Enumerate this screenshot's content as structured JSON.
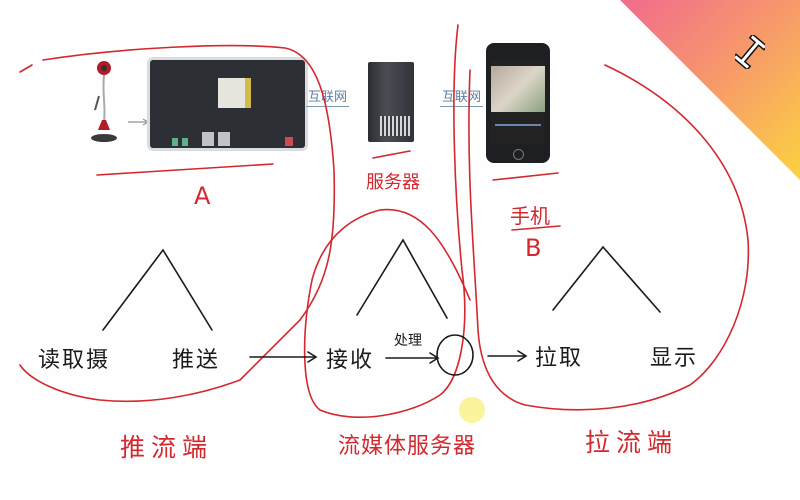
{
  "top_row": {
    "devices": [
      {
        "id": "camera",
        "label": ""
      },
      {
        "id": "dev-board",
        "label": ""
      },
      {
        "id": "server",
        "label": ""
      },
      {
        "id": "phone",
        "label": ""
      }
    ],
    "link_labels": [
      "互联网",
      "互联网"
    ]
  },
  "annotations": {
    "device_a_label": "A",
    "server_label": "服务器",
    "phone_label": "手机",
    "phone_sublabel": "B"
  },
  "flow": {
    "push_client": {
      "steps": [
        "读取摄",
        "推送"
      ],
      "title": "推流端"
    },
    "media_server": {
      "steps": [
        "接收",
        "处理"
      ],
      "title": "流媒体服务器"
    },
    "pull_client": {
      "steps": [
        "拉取",
        "显示"
      ],
      "title": "拉流端"
    }
  },
  "corner_badge": {
    "icon": "i-beam-text-cursor-icon",
    "colors": [
      "#f16a8d",
      "#f79a6a",
      "#fbd340"
    ]
  },
  "colors": {
    "ink_red": "#d2282e",
    "ink_black": "#1a1a1a",
    "link_blue": "#5a7fa3"
  }
}
